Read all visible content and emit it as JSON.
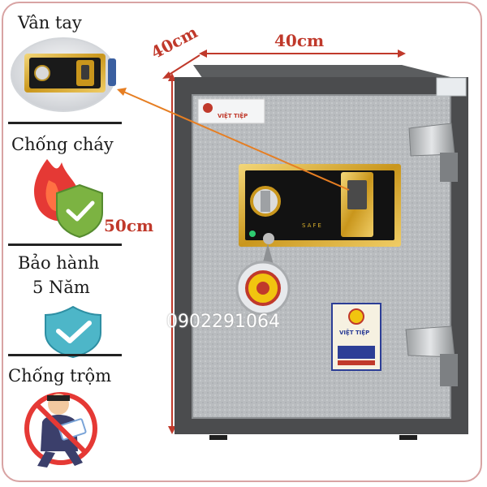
{
  "features": {
    "fingerprint": "Vân tay",
    "fireproof": "Chống cháy",
    "warranty_line1": "Bảo hành",
    "warranty_line2": "5 Năm",
    "antitheft": "Chống trộm"
  },
  "dimensions": {
    "depth": "40cm",
    "width": "40cm",
    "height": "50cm"
  },
  "phone_watermark": "0902291064",
  "safe": {
    "brand_plate": "VIỆT TIỆP",
    "lock_label": "SAFE",
    "sticker_title": "VIỆT TIỆP"
  },
  "colors": {
    "dimension_text": "#c0392b",
    "arrow": "#e67e22",
    "body": "#4a4a4a",
    "door": "#b9bcbf",
    "gold": "#d4ac2b"
  }
}
